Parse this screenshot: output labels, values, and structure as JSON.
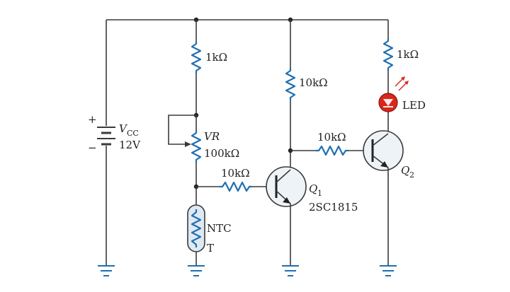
{
  "supply": {
    "plus": "+",
    "minus": "−",
    "label": "V",
    "label_sub": "CC",
    "value": "12V"
  },
  "resistors": {
    "r_top_left": "1kΩ",
    "r_q1_collector": "10kΩ",
    "r_led": "1kΩ",
    "r_q1_base": "10kΩ",
    "r_q2_base": "10kΩ"
  },
  "potentiometer": {
    "name": "VR",
    "value": "100kΩ"
  },
  "thermistor": {
    "type": "NTC",
    "symbol": "T"
  },
  "transistors": {
    "q1": {
      "name": "Q",
      "sub": "1",
      "part": "2SC1815"
    },
    "q2": {
      "name": "Q",
      "sub": "2"
    }
  },
  "led": {
    "label": "LED",
    "color": "#d9261c"
  },
  "colors": {
    "resistor": "#1f6fb0",
    "wire": "#3a3a3a",
    "led": "#d9261c"
  }
}
